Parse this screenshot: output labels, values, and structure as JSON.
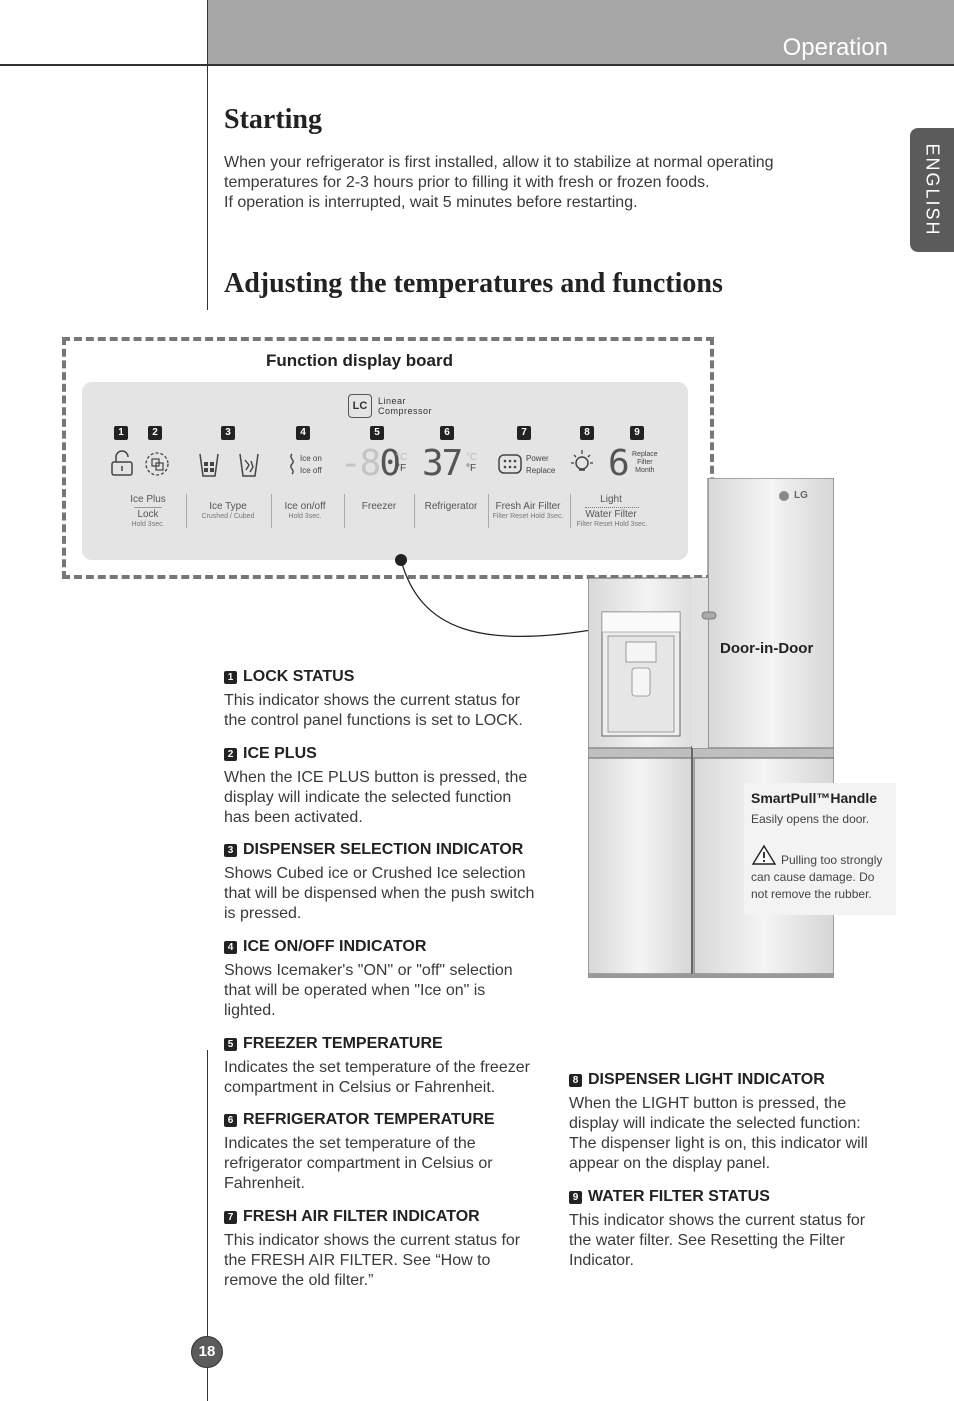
{
  "header": {
    "section": "Operation",
    "language_tab": "ENGLISH"
  },
  "starting": {
    "title": "Starting",
    "lines": [
      "When your refrigerator is first installed, allow it to stabilize at normal operating",
      "temperatures for 2-3 hours prior to filling it with fresh or frozen foods.",
      "If operation is interrupted, wait 5 minutes before restarting."
    ]
  },
  "adjusting": {
    "title": "Adjusting the temperatures and functions"
  },
  "display_board": {
    "title": "Function display board",
    "logo_mark": "LC",
    "logo_text": [
      "Linear",
      "Compressor"
    ],
    "numbers": [
      "1",
      "2",
      "3",
      "4",
      "5",
      "6",
      "7",
      "8",
      "9"
    ],
    "icon_texts": {
      "ice_on": "Ice on",
      "ice_off": "Ice off",
      "power": "Power",
      "replace": "Replace",
      "replace_filter_month": [
        "Replace",
        "Filter",
        "Month"
      ],
      "filter_months": "6"
    },
    "freezer_display": {
      "dim": "-8",
      "value": "0",
      "unit_c": "°C",
      "unit_f": "°F"
    },
    "fridge_display": {
      "value": "37",
      "unit_c": "°C",
      "unit_f": "°F"
    },
    "labels": {
      "ice_plus": "Ice Plus",
      "lock": "Lock",
      "lock_sub": "Hold 3sec.",
      "ice_type": "Ice Type",
      "ice_type_sub": "Crushed / Cubed",
      "ice_onoff": "Ice on/off",
      "ice_onoff_sub": "Hold 3sec.",
      "freezer": "Freezer",
      "refrigerator": "Refrigerator",
      "fresh_air": "Fresh Air Filter",
      "fresh_air_sub": "Filter Reset Hold 3sec.",
      "light": "Light",
      "water_filter": "Water Filter",
      "water_filter_sub": "Filter Reset Hold 3sec."
    }
  },
  "items": [
    {
      "n": "1",
      "head": "LOCK STATUS",
      "body": [
        "This indicator shows the current status for",
        "the control panel functions is set to LOCK."
      ]
    },
    {
      "n": "2",
      "head": "ICE PLUS",
      "body": [
        "When the ICE PLUS button is pressed, the",
        "display will indicate the selected function",
        "has been activated."
      ]
    },
    {
      "n": "3",
      "head": "DISPENSER SELECTION INDICATOR",
      "body": [
        "Shows Cubed ice or Crushed Ice selection",
        "that will be dispensed when the push switch",
        "is pressed."
      ]
    },
    {
      "n": "4",
      "head": "ICE ON/OFF INDICATOR",
      "body": [
        "Shows Icemaker's \"ON\" or \"off\" selection",
        "that will be operated when \"Ice on\" is",
        "lighted."
      ]
    },
    {
      "n": "5",
      "head": "FREEZER TEMPERATURE",
      "body": [
        "Indicates the set temperature of the freezer",
        "compartment in Celsius or Fahrenheit."
      ]
    },
    {
      "n": "6",
      "head": "REFRIGERATOR TEMPERATURE",
      "body": [
        "Indicates the set temperature of the",
        "refrigerator compartment in Celsius or",
        "Fahrenheit."
      ]
    },
    {
      "n": "7",
      "head": "FRESH AIR FILTER INDICATOR",
      "body": [
        "This indicator shows the current status for",
        "the FRESH AIR FILTER. See “How to",
        "remove the old filter.”"
      ]
    },
    {
      "n": "8",
      "head": "DISPENSER LIGHT INDICATOR",
      "body": [
        "When the LIGHT button is pressed, the",
        "display will indicate the selected function:",
        "The dispenser light is on, this indicator will",
        "appear on the display panel."
      ]
    },
    {
      "n": "9",
      "head": "WATER FILTER STATUS",
      "body": [
        "This indicator shows the current status for",
        "the water filter. See Resetting the Filter",
        "Indicator."
      ]
    }
  ],
  "fridge": {
    "brand": "LG",
    "door_label": "Door-in-Door",
    "handle_title": "SmartPull™Handle",
    "handle_sub": "Easily opens the door.",
    "warning": [
      "Pulling too strongly",
      "can cause damage. Do",
      "not remove the rubber."
    ]
  },
  "page_number": "18"
}
